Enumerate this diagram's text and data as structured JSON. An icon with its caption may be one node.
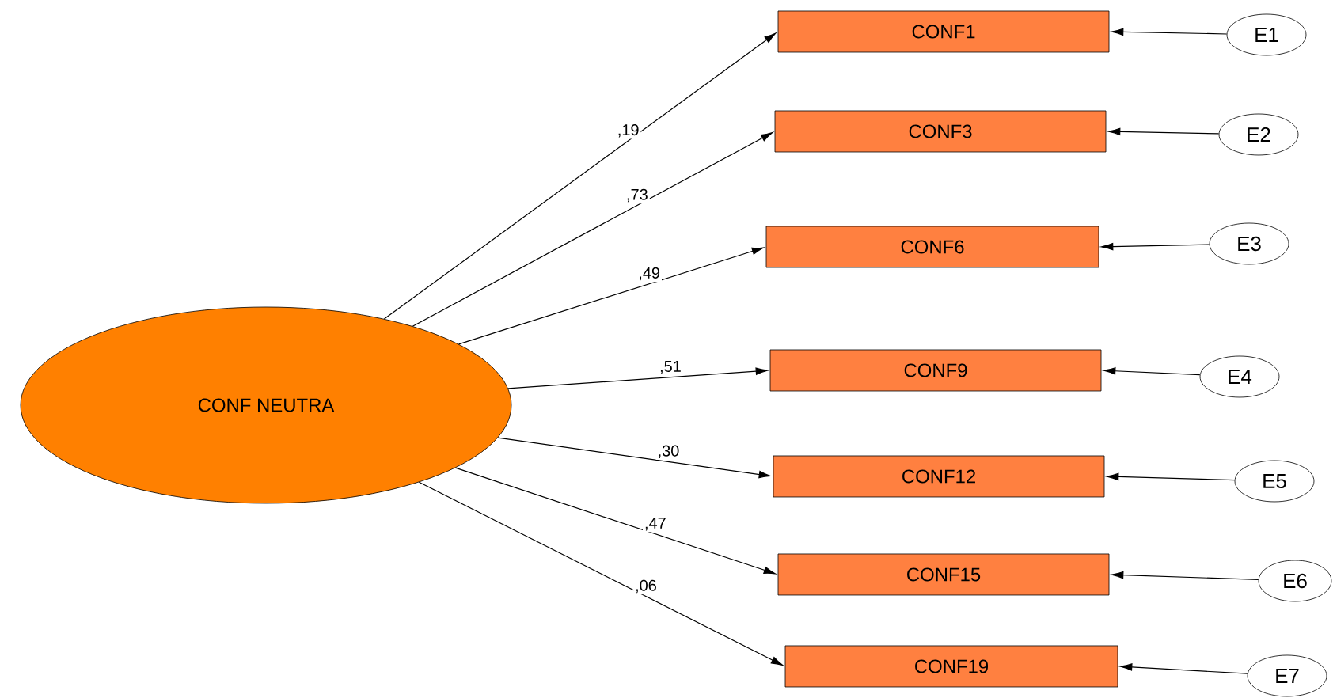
{
  "diagram": {
    "nodes": [
      {
        "text": [
          "CONF NEUTRA"
        ]
      },
      {
        "text": [
          "CONF1"
        ]
      },
      {
        "text": [
          "CONF3"
        ]
      },
      {
        "text": [
          "CONF6"
        ]
      },
      {
        "text": [
          "CONF9"
        ]
      },
      {
        "text": [
          "CONF12"
        ]
      },
      {
        "text": [
          "CONF15"
        ]
      },
      {
        "text": [
          "CONF19"
        ]
      },
      {
        "text": [
          "E1"
        ]
      },
      {
        "text": [
          "E2"
        ]
      },
      {
        "text": [
          "E3"
        ]
      },
      {
        "text": [
          "E4"
        ]
      },
      {
        "text": [
          "E5"
        ]
      },
      {
        "text": [
          "E6"
        ]
      },
      {
        "text": [
          "E7"
        ]
      }
    ],
    "edges": [
      {
        "from": 0,
        "to": 1,
        "arrow": "to",
        "label": ",19"
      },
      {
        "from": 0,
        "to": 2,
        "arrow": "to",
        "label": ",73"
      },
      {
        "from": 0,
        "to": 3,
        "arrow": "to",
        "label": ",49"
      },
      {
        "from": 0,
        "to": 4,
        "arrow": "to",
        "label": ",51"
      },
      {
        "from": 0,
        "to": 5,
        "arrow": "to",
        "label": ",30"
      },
      {
        "from": 0,
        "to": 6,
        "arrow": "to",
        "label": ",47"
      },
      {
        "from": 0,
        "to": 7,
        "arrow": "to",
        "label": ",06"
      },
      {
        "from": 8,
        "to": 1,
        "arrow": "to"
      },
      {
        "from": 9,
        "to": 2,
        "arrow": "to"
      },
      {
        "from": 10,
        "to": 3,
        "arrow": "to"
      },
      {
        "from": 11,
        "to": 4,
        "arrow": "to"
      },
      {
        "from": 12,
        "to": 5,
        "arrow": "to"
      },
      {
        "from": 13,
        "to": 6,
        "arrow": "to"
      },
      {
        "from": 14,
        "to": 7,
        "arrow": "to"
      }
    ]
  }
}
